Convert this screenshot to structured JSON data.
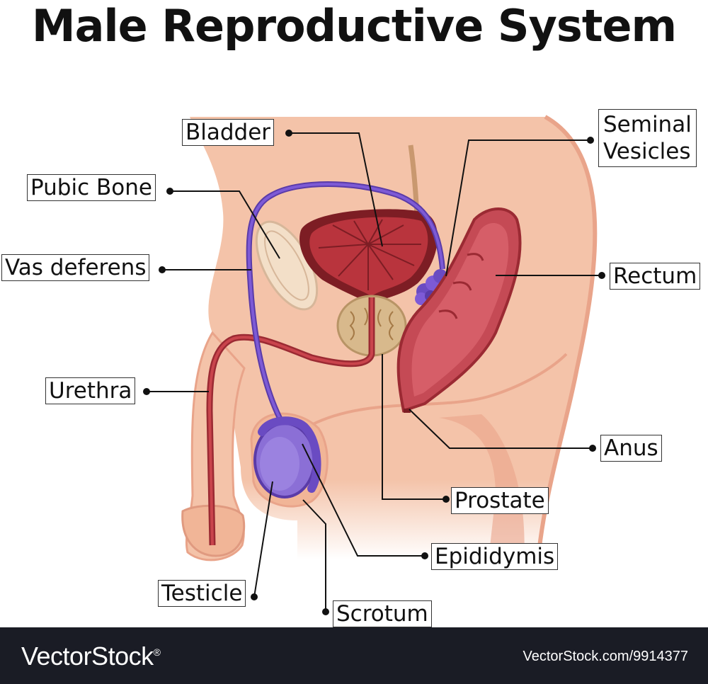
{
  "title": "Male Reproductive System",
  "labels": {
    "bladder": "Bladder",
    "seminal_vesicles_line1": "Seminal",
    "seminal_vesicles_line2": "Vesicles",
    "pubic_bone": "Pubic Bone",
    "vas_deferens": "Vas deferens",
    "rectum": "Rectum",
    "urethra": "Urethra",
    "anus": "Anus",
    "prostate": "Prostate",
    "epididymis": "Epididymis",
    "testicle": "Testicle",
    "scrotum": "Scrotum"
  },
  "footer": {
    "brand": "VectorStock",
    "brand_mark": "®",
    "image_id": "VectorStock.com/9914377"
  },
  "colors": {
    "skin": "#f4c3a9",
    "skin_shadow": "#e9a48a",
    "organ_red": "#b9343d",
    "organ_dark": "#7d1d24",
    "vas_purple": "#6a4bc2",
    "testicle_purple": "#8b6fd6",
    "prostate": "#d8b98c",
    "bone": "#f3dfc8",
    "footer_bg": "#1a1c25"
  }
}
